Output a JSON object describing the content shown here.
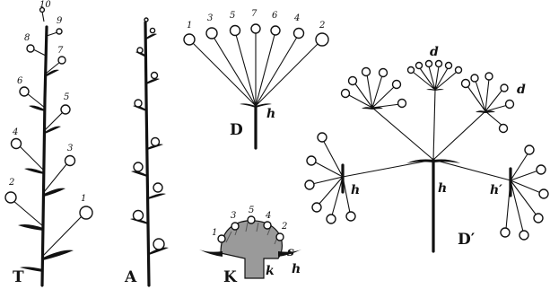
{
  "labels": {
    "T": "T",
    "A": "A",
    "D": "D",
    "D_prime": "D′",
    "K": "K"
  },
  "T_numbers": [
    "10",
    "9",
    "8",
    "7",
    "6",
    "5",
    "4",
    "3",
    "2",
    "1"
  ],
  "D_numbers": [
    "1",
    "3",
    "5",
    "7",
    "6",
    "4",
    "2"
  ],
  "D_h": "h",
  "Dp_letters": {
    "d_top": "d",
    "d_right": "d",
    "h_left": "h",
    "h_center": "h",
    "h_right": "h′"
  },
  "K_numbers": [
    "1",
    "3",
    "5",
    "4",
    "2"
  ],
  "K_letters": {
    "s": "s",
    "k": "k",
    "h": "h"
  }
}
